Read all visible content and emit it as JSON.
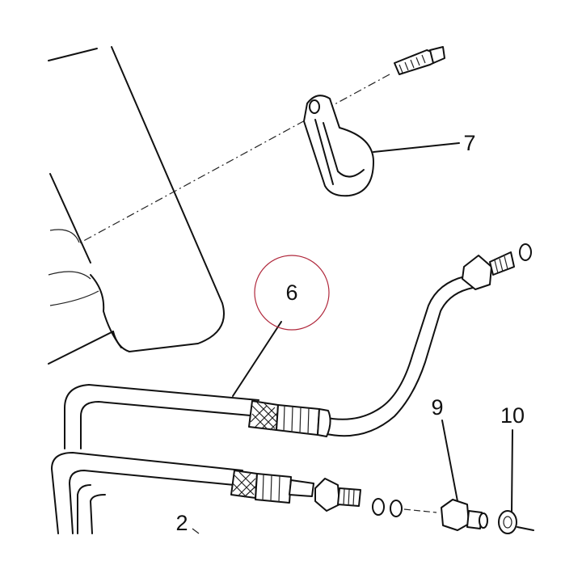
{
  "callouts": [
    {
      "id": "6",
      "text": "6"
    },
    {
      "id": "7",
      "text": "7"
    },
    {
      "id": "9",
      "text": "9"
    },
    {
      "id": "10",
      "text": "10"
    },
    {
      "id": "2",
      "text": "2"
    }
  ],
  "highlight": {
    "color": "#b0283c",
    "target": "6"
  },
  "colors": {
    "line": "#111111",
    "background": "#ffffff"
  }
}
